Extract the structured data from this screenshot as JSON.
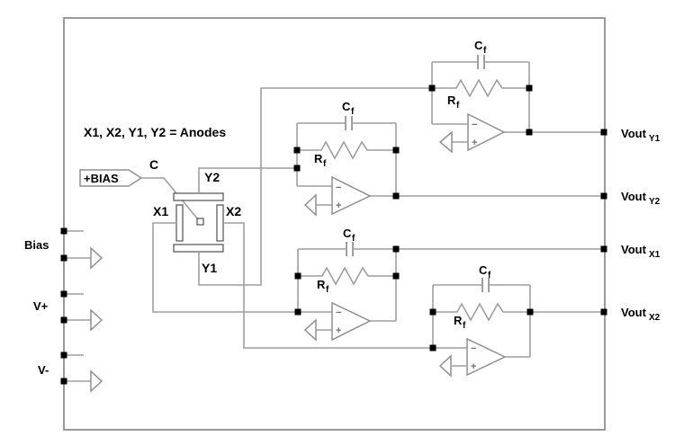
{
  "note": "X1, X2, Y1, Y2 = Anodes",
  "bias_flag": {
    "label": "+BIAS"
  },
  "center_contact_label": "C",
  "detector": {
    "top": "Y2",
    "bottom": "Y1",
    "left": "X1",
    "right": "X2"
  },
  "left_pins": [
    {
      "label": "Bias"
    },
    {
      "label": "V+"
    },
    {
      "label": "V-"
    }
  ],
  "outputs": [
    {
      "name": "Vout",
      "sub": "Y1"
    },
    {
      "name": "Vout",
      "sub": "Y2"
    },
    {
      "name": "Vout",
      "sub": "X1"
    },
    {
      "name": "Vout",
      "sub": "X2"
    }
  ],
  "amplifier_labels": {
    "r": "R",
    "r_sub": "f",
    "c": "C",
    "c_sub": "f",
    "minus": "−",
    "plus": "+"
  },
  "colors": {
    "wire": "#9e9e9e",
    "shape_outline": "#8f8f8f",
    "junction": "#000000",
    "text": "#000000",
    "background": "#ffffff"
  }
}
